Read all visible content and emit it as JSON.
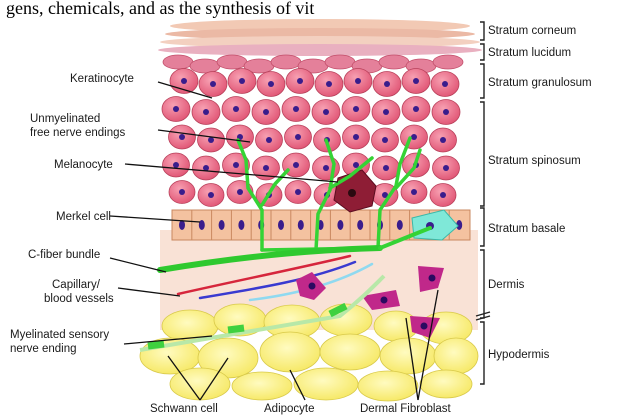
{
  "header_text": "gens,    chemicals,    and      as the synthesis of vit",
  "left_labels": {
    "keratinocyte": "Keratinocyte",
    "unmyelinated_1": "Unmyelinated",
    "unmyelinated_2": "free nerve endings",
    "melanocyte": "Melanocyte",
    "merkel": "Merkel cell",
    "cfiber": "C-fiber bundle",
    "capillary_1": "Capillary/",
    "capillary_2": "blood vessels",
    "myelinated_1": "Myelinated sensory",
    "myelinated_2": "nerve ending"
  },
  "bottom_labels": {
    "schwann": "Schwann cell",
    "adipocyte": "Adipocyte",
    "fibroblast": "Dermal Fibroblast"
  },
  "right_labels": {
    "corneum": "Stratum corneum",
    "lucidum": "Stratum lucidum",
    "granulosum": "Stratum granulosum",
    "spinosum": "Stratum spinosum",
    "basale": "Stratum basale",
    "dermis": "Dermis",
    "hypodermis": "Hypodermis"
  },
  "colors": {
    "keratinocyte": "#e8607a",
    "nucleus": "#3a1d8c",
    "nerve": "#3fd13f",
    "melanocyte": "#8e1d35",
    "merkel": "#7fe8d8",
    "fibroblast": "#c0288a",
    "adipocyte": "#fff27a",
    "dermis_bg": "#fbe6dc",
    "basal_cell": "#f4c2a0"
  }
}
